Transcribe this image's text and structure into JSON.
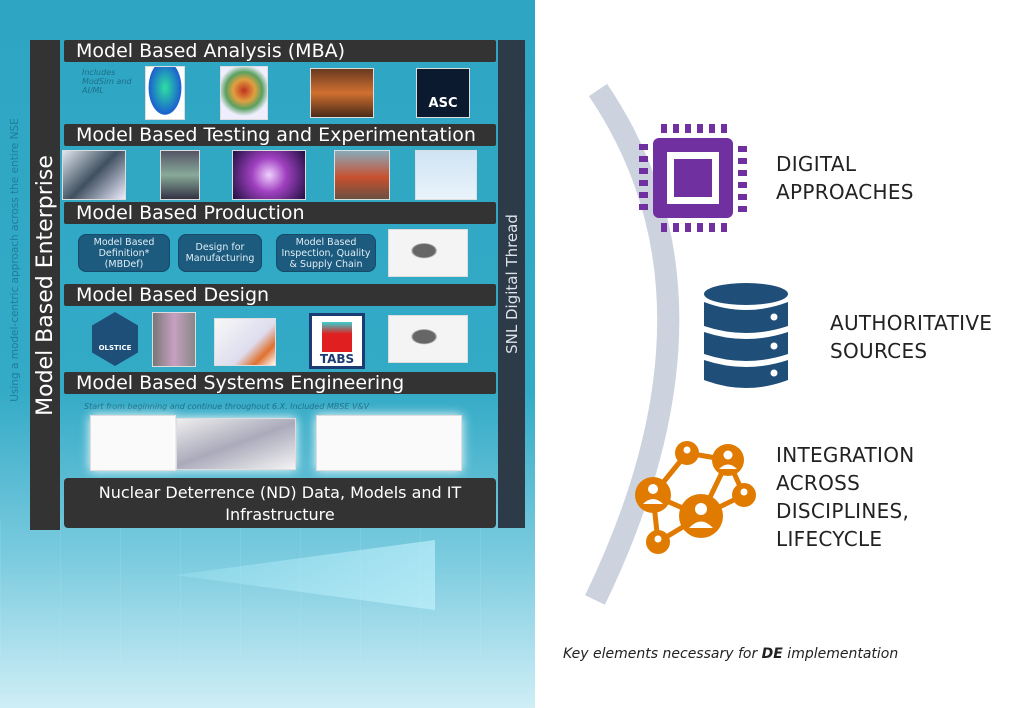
{
  "left_panel": {
    "side_note": "Using a model-centric approach across the entire NSE",
    "enterprise_label": "Model Based Enterprise",
    "thread_label": "SNL Digital Thread",
    "sections": [
      {
        "title": "Model Based Analysis (MBA)",
        "note": "Includes ModSim and AI/ML",
        "images": [
          "fea-simulation",
          "plume-simulation",
          "fire-simulation",
          "asc-logo"
        ],
        "asc_text": "ASC"
      },
      {
        "title": "Model Based Testing and Experimentation",
        "images": [
          "test-hardware",
          "lab-rack",
          "plasma-experiment",
          "rocket-test",
          "fighter-jet"
        ]
      },
      {
        "title": "Model Based Production",
        "buttons": [
          "Model Based Definition* (MBDef)",
          "Design for Manufacturing",
          "Model Based Inspection, Quality & Supply Chain"
        ],
        "images": [
          "cad-drawing"
        ]
      },
      {
        "title": "Model Based Design",
        "images": [
          "colstice-logo",
          "reentry-body-model",
          "matlab-collage",
          "tabs-logo",
          "cad-drawing"
        ],
        "colstice_text": "OLSTICE",
        "tabs_text": "TABS"
      },
      {
        "title": "Model Based Systems Engineering",
        "note": "Start from beginning and continue throughout 6.X. Included MBSE V&V",
        "images": [
          "sysml-diagram",
          "trajectory-diagram",
          "lifecycle-diagram"
        ]
      }
    ],
    "foundation": "Nuclear Deterrence (ND) Data, Models and IT Infrastructure"
  },
  "right_panel": {
    "items": [
      {
        "label_lines": [
          "DIGITAL",
          "APPROACHES"
        ],
        "icon": "cpu-chip-icon",
        "color": "#7030a0"
      },
      {
        "label_lines": [
          "AUTHORITATIVE",
          "SOURCES"
        ],
        "icon": "database-icon",
        "color": "#1f4e79"
      },
      {
        "label_lines": [
          "INTEGRATION",
          "ACROSS",
          "DISCIPLINES,",
          "LIFECYCLE"
        ],
        "icon": "people-network-icon",
        "color": "#e07b00"
      }
    ],
    "caption_prefix": "Key elements necessary for ",
    "caption_bold": "DE",
    "caption_suffix": " implementation"
  }
}
